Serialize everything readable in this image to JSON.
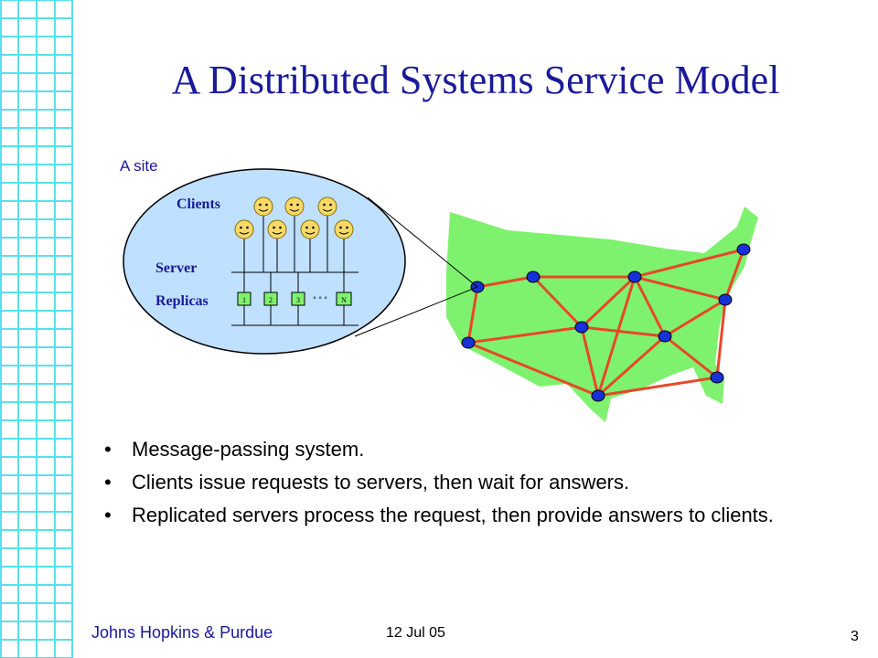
{
  "slide": {
    "title": "A Distributed Systems Service Model",
    "diagram": {
      "site_label": "A site",
      "clients_label": "Clients",
      "server_label": "Server",
      "replicas_label": "Replicas",
      "replica_boxes": [
        "1",
        "2",
        "3",
        "N"
      ],
      "ellipsis": "° ° °",
      "colors": {
        "map": "#7ef26e",
        "edges": "#e8472a",
        "nodes": "#1830d8",
        "bubble": "#bfe0ff",
        "faces": "#f8d968"
      }
    },
    "bullets": [
      "Message-passing system.",
      "Clients issue requests  to servers, then wait for answers.",
      "Replicated servers process the request, then provide answers to clients."
    ],
    "bullet_symbol": "•",
    "footer": {
      "left": "Johns Hopkins & Purdue",
      "date": "12 Jul 05",
      "page": "3"
    }
  }
}
